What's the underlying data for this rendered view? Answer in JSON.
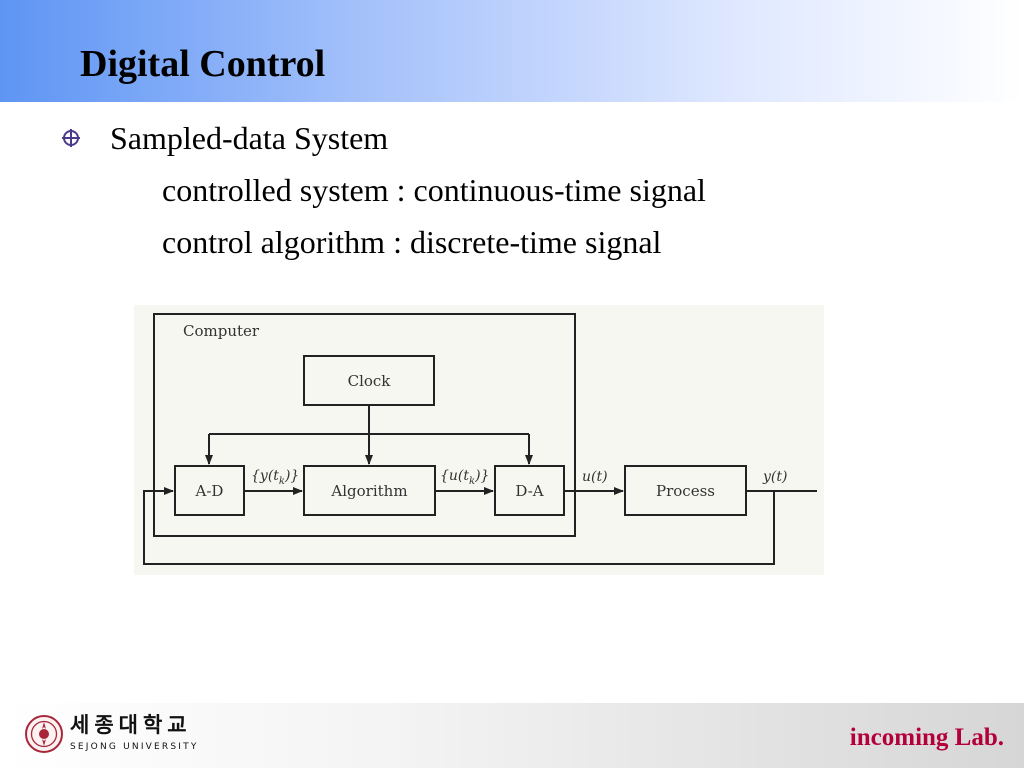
{
  "slide": {
    "title": "Digital Control",
    "bullet": "Sampled-data System",
    "lines": [
      "controlled system : continuous-time signal",
      "control algorithm : discrete-time signal"
    ]
  },
  "diagram": {
    "computer_label": "Computer",
    "blocks": {
      "clock": "Clock",
      "ad": "A-D",
      "algorithm": "Algorithm",
      "da": "D-A",
      "process": "Process"
    },
    "signals": {
      "y_tk": "{y(t_k)}",
      "u_tk": "{u(t_k)}",
      "u_t": "u(t)",
      "y_t": "y(t)"
    }
  },
  "footer": {
    "university_ko": "세종대학교",
    "university_en": "SEJONG UNIVERSITY",
    "lab": "incoming Lab."
  },
  "colors": {
    "title_gradient_start": "#5e95f4",
    "lab_text": "#b3003b",
    "bullet_icon": "#4b3a8c"
  },
  "icons": {
    "bullet": "crosshair-circle-icon",
    "logo": "university-seal-icon"
  }
}
